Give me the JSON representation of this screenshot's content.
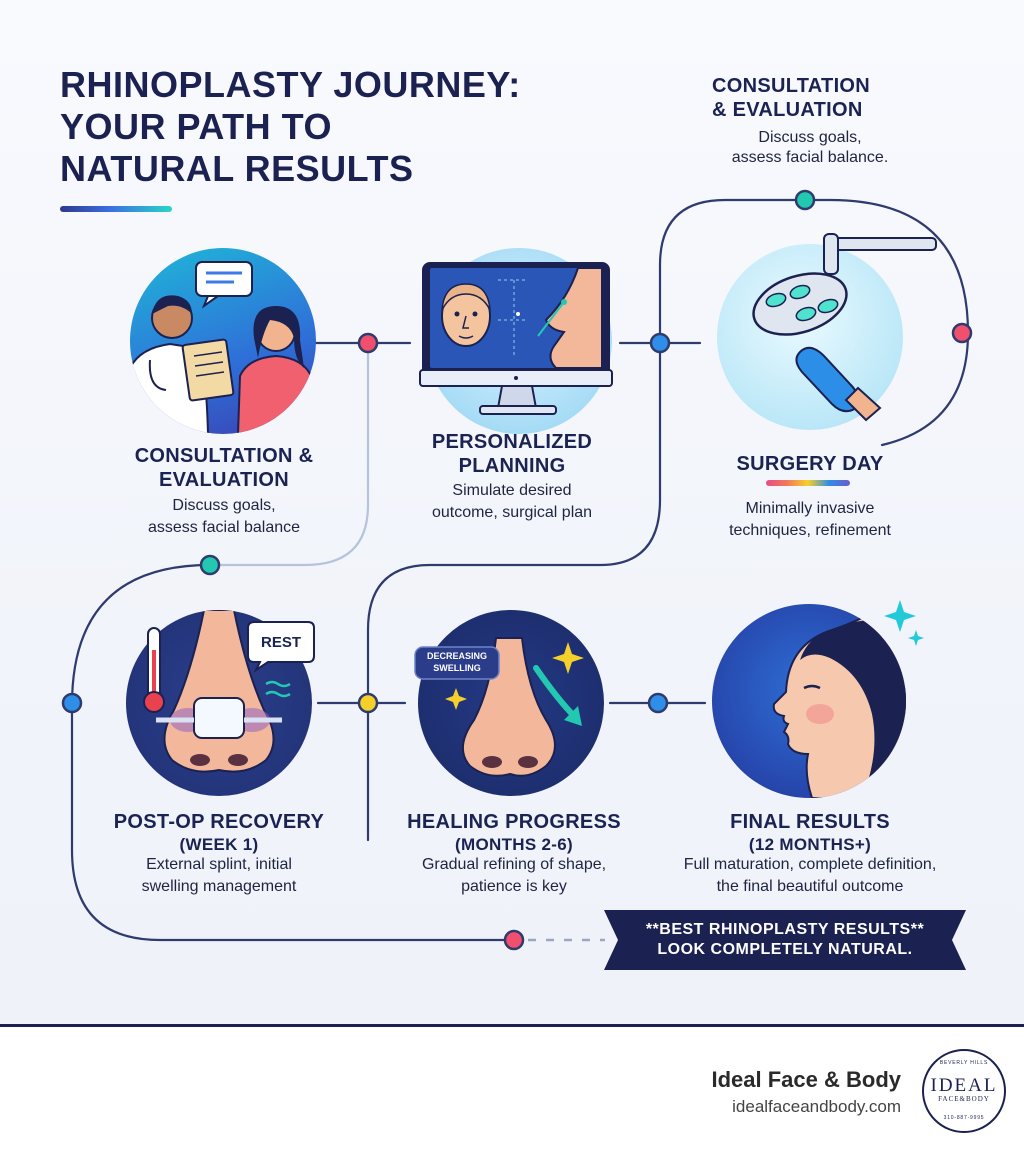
{
  "title": {
    "lines": [
      "RHINOPLASTY JOURNEY:",
      "YOUR PATH TO",
      "NATURAL RESULTS"
    ]
  },
  "top_callout": {
    "title_lines": [
      "CONSULTATION",
      "& EVALUATION"
    ],
    "desc_lines": [
      "Discuss goals,",
      "assess facial balance."
    ]
  },
  "steps": [
    {
      "title_lines": [
        "CONSULTATION &",
        "EVALUATION"
      ],
      "desc_lines": [
        "Discuss goals,",
        "assess facial balance"
      ]
    },
    {
      "title_lines": [
        "PERSONALIZED",
        "PLANNING"
      ],
      "desc_lines": [
        "Simulate desired",
        "outcome, surgical plan"
      ]
    },
    {
      "title_lines": [
        "SURGERY DAY"
      ],
      "desc_lines": [
        "Minimally invasive",
        "techniques, refinement"
      ]
    },
    {
      "title_lines": [
        "POST-OP RECOVERY",
        "(Week 1)"
      ],
      "desc_lines": [
        "External splint, initial",
        "swelling management"
      ]
    },
    {
      "title_lines": [
        "HEALING PROGRESS",
        "(Months 2-6)"
      ],
      "desc_lines": [
        "Gradual refining of shape,",
        "patience is key"
      ]
    },
    {
      "title_lines": [
        "FINAL RESULTS",
        "(12 Months+)"
      ],
      "desc_lines": [
        "Full maturation, complete definition,",
        "the final beautiful outcome"
      ]
    }
  ],
  "illustration_labels": {
    "rest": "REST",
    "decreasing_swelling": [
      "DECREASING",
      "SWELLING"
    ]
  },
  "ribbon": {
    "lines": [
      "**BEST RHINOPLASTY RESULTS**",
      "LOOK COMPLETELY NATURAL."
    ]
  },
  "footer": {
    "brand": "Ideal Face & Body",
    "url": "idealfaceandbody.com",
    "logo": {
      "main": "IDEAL",
      "sub": "FACE&BODY",
      "top": "BEVERLY HILLS",
      "bottom": "310-887-9995"
    }
  },
  "colors": {
    "navy": "#1b2150",
    "path": "#2f3a6e",
    "path_light": "#b7c3dc",
    "pink": "#f0506e",
    "blue": "#2f8ee8",
    "teal": "#22c9b0",
    "yellow": "#f5d02a"
  }
}
